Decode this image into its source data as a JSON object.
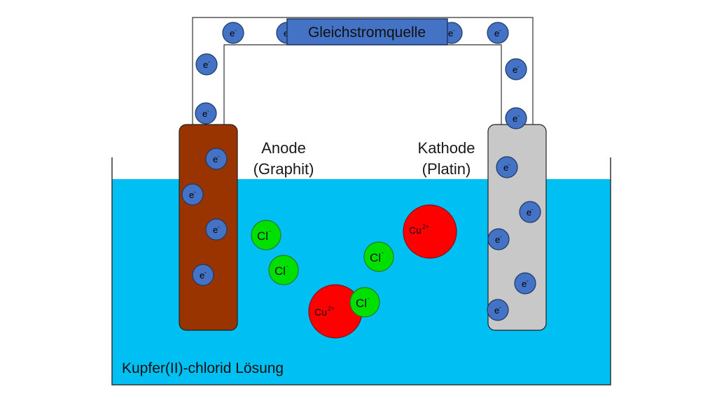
{
  "source": {
    "label": "Gleichstromquelle"
  },
  "anode": {
    "line1": "Anode",
    "line2": "(Graphit)"
  },
  "cathode": {
    "line1": "Kathode",
    "line2": "(Platin)"
  },
  "solution": {
    "label": "Kupfer(II)-chlorid Lösung"
  },
  "electron": {
    "symbol": "e",
    "charge": "-"
  },
  "chloride": {
    "symbol": "Cl",
    "charge": "-"
  },
  "copper": {
    "symbol": "Cu",
    "charge": "2+"
  },
  "colors": {
    "solution": "#00bff3",
    "anode": "#993300",
    "cathode": "#c8c8c8",
    "source": "#4472c4",
    "electron": "#4472c4",
    "chloride": "#00e000",
    "copper": "#ff0000"
  }
}
